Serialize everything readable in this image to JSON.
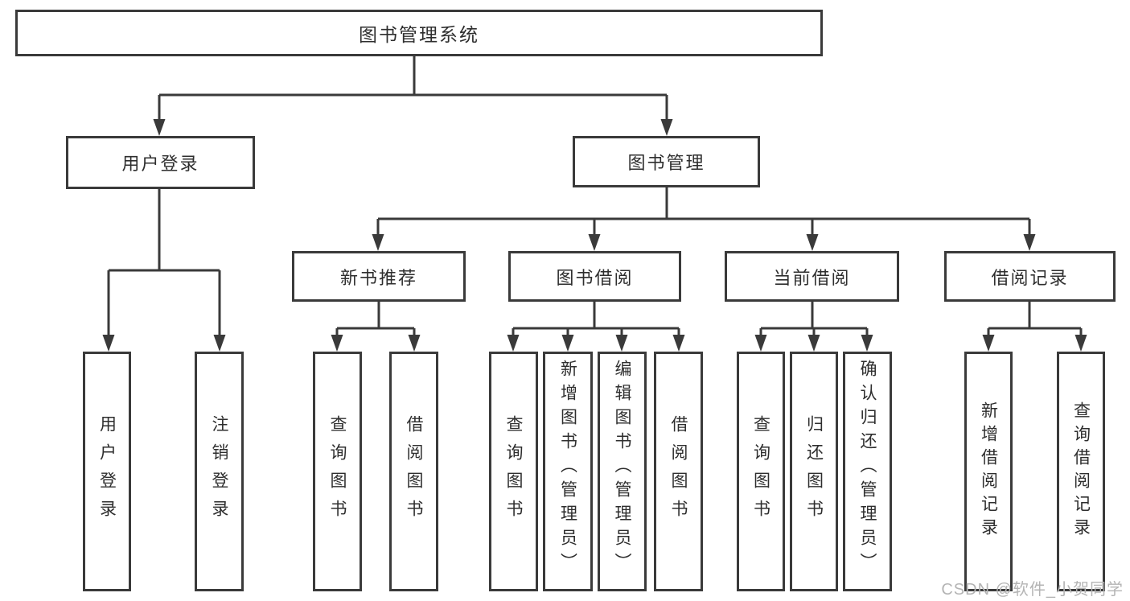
{
  "diagram": {
    "colors": {
      "line": "#3a3a3a",
      "text": "#2e2e2e",
      "background": "#ffffff",
      "watermark": "#b4b4b4"
    },
    "watermark": "CSDN @软件_小贺同学",
    "tree": {
      "label": "图书管理系统",
      "children": [
        {
          "label": "用户登录",
          "children": [
            {
              "label": "用户登录"
            },
            {
              "label": "注销登录"
            }
          ]
        },
        {
          "label": "图书管理",
          "children": [
            {
              "label": "新书推荐",
              "children": [
                {
                  "label": "查询图书"
                },
                {
                  "label": "借阅图书"
                }
              ]
            },
            {
              "label": "图书借阅",
              "children": [
                {
                  "label": "查询图书"
                },
                {
                  "label": "新增图书（管理员）"
                },
                {
                  "label": "编辑图书（管理员）"
                },
                {
                  "label": "借阅图书"
                }
              ]
            },
            {
              "label": "当前借阅",
              "children": [
                {
                  "label": "查询图书"
                },
                {
                  "label": "归还图书"
                },
                {
                  "label": "确认归还（管理员）"
                }
              ]
            },
            {
              "label": "借阅记录",
              "children": [
                {
                  "label": "新增借阅记录"
                },
                {
                  "label": "查询借阅记录"
                }
              ]
            }
          ]
        }
      ]
    }
  }
}
